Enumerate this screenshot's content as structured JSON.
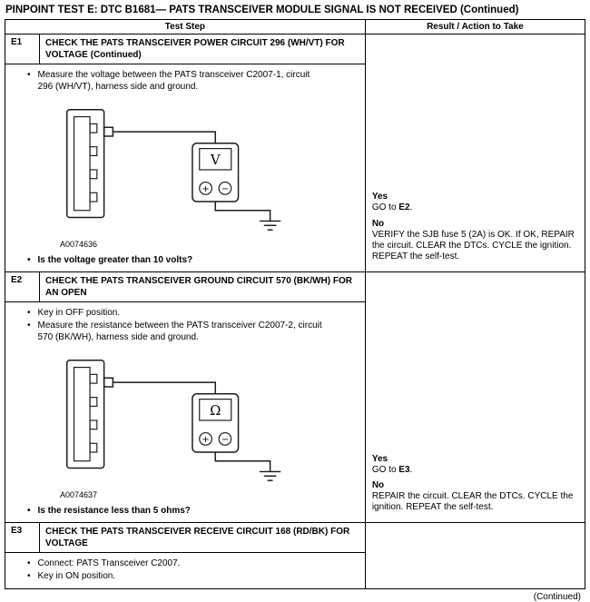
{
  "page": {
    "title": "PINPOINT TEST  E: DTC B1681— PATS TRANSCEIVER MODULE SIGNAL IS NOT RECEIVED (Continued)",
    "continued": "(Continued)"
  },
  "glyphs": {
    "plus": "+",
    "minus": "−"
  },
  "table": {
    "header": {
      "test_step": "Test Step",
      "result": "Result / Action to Take"
    },
    "rows": [
      {
        "id": "E1",
        "title": "CHECK THE PATS TRANSCEIVER POWER CIRCUIT 296 (WH/VT) FOR VOLTAGE (Continued)",
        "bullets": [
          "Measure the voltage between the PATS transceiver C2007-1, circuit 296 (WH/VT), harness side and ground."
        ],
        "figure": {
          "caption": "A0074636",
          "meter_symbol": "V"
        },
        "question": "Is the voltage greater than 10 volts?",
        "result": {
          "yes_label": "Yes",
          "yes_pre": "GO to ",
          "yes_target": "E2",
          "yes_post": ".",
          "no_label": "No",
          "no_action": "VERIFY the SJB fuse 5 (2A) is OK. If OK, REPAIR the circuit. CLEAR the DTCs. CYCLE the ignition. REPEAT the self-test."
        }
      },
      {
        "id": "E2",
        "title": "CHECK THE PATS TRANSCEIVER GROUND CIRCUIT 570 (BK/WH) FOR AN OPEN",
        "bullets": [
          "Key in OFF position.",
          "Measure the resistance between the PATS transceiver C2007-2, circuit 570 (BK/WH), harness side and ground."
        ],
        "figure": {
          "caption": "A0074637",
          "meter_symbol": "Ω"
        },
        "question": "Is the resistance less than 5 ohms?",
        "result": {
          "yes_label": "Yes",
          "yes_pre": "GO to ",
          "yes_target": "E3",
          "yes_post": ".",
          "no_label": "No",
          "no_action": "REPAIR the circuit. CLEAR the DTCs. CYCLE the ignition. REPEAT the self-test."
        }
      },
      {
        "id": "E3",
        "title": "CHECK THE PATS TRANSCEIVER RECEIVE CIRCUIT 168 (RD/BK) FOR VOLTAGE",
        "bullets": [
          "Connect: PATS Transceiver C2007.",
          "Key in ON position."
        ]
      }
    ]
  }
}
